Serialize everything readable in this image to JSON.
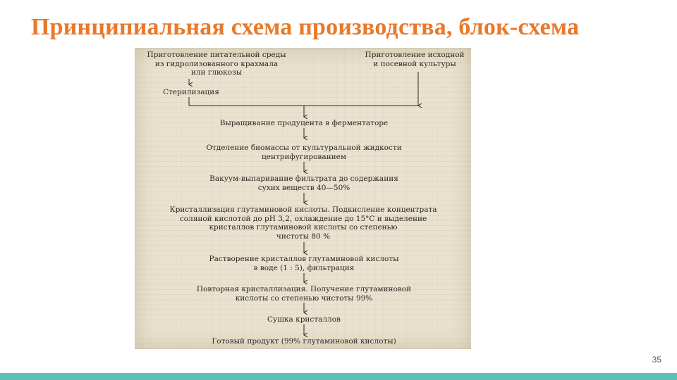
{
  "slide": {
    "title": "Принципиальная схема производства, блок-схема",
    "page_number": "35"
  },
  "flowchart": {
    "input_left": "Приготовление питательной среды\nиз гидролизованного крахмала\nили глюкозы",
    "input_right": "Приготовление исходной\nи посевной культуры",
    "sterilization": "Стерилизация",
    "steps": [
      "Выращивание продуцента в ферментаторе",
      "Отделение биомассы от культуральной жидкости\nцентрифугированием",
      "Вакуум-выпаривание фильтрата до содержания\nсухих веществ 40—50%",
      "Кристаллизация глутаминовой кислоты. Подкисление концентрата\nсоляной кислотой до pH 3,2, охлаждение до 15°С и выделение\nкристаллов глутаминовой кислоты со степенью\nчистоты 80 %",
      "Растворение кристаллов глутаминовой кислоты\nв воде (1 : 5), фильтрация",
      "Повторная кристаллизация. Получение глутаминовой\nкислоты со степенью чистоты 99%",
      "Сушка кристаллов",
      "Готовый продукт (99% глутаминовой кислоты)"
    ]
  },
  "colors": {
    "title": "#e8792b",
    "footer_bar": "#5ebfb5"
  }
}
